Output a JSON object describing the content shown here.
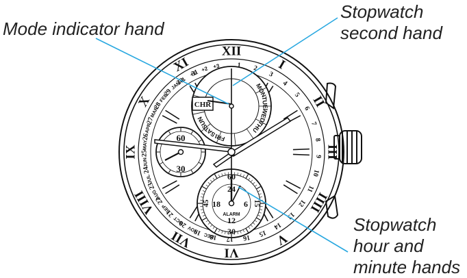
{
  "callouts": {
    "mode_indicator": "Mode indicator hand",
    "stopwatch_second": [
      "Stopwatch",
      "second hand"
    ],
    "stopwatch_hour_minute": [
      "Stopwatch",
      "hour and",
      "minute hands"
    ]
  },
  "dial": {
    "roman_numerals": [
      "XII",
      "I",
      "II",
      "III",
      "IIII",
      "V",
      "VI",
      "VII",
      "VIII",
      "IX",
      "X",
      "XI"
    ],
    "date_ring": [
      "1",
      "2",
      "3",
      "4",
      "5",
      "6",
      "7",
      "8",
      "9",
      "10",
      "11",
      "12",
      "13",
      "14",
      "15",
      "16",
      "17",
      "18",
      "19",
      "20",
      "21",
      "22",
      "23",
      "24",
      "25",
      "26",
      "27",
      "28",
      "29",
      "30",
      "31"
    ],
    "month_ring": [
      "JAN",
      "FEB",
      "MAR",
      "APR",
      "MAY",
      "JUN",
      "JUL",
      "AUG",
      "SEP",
      "OCT",
      "NOV",
      "DEC"
    ],
    "offset_ring": [
      "-1",
      "+1",
      "+2",
      "+3"
    ],
    "mode_badge": "CHR",
    "weekdays_right": [
      "MON",
      "TUE",
      "WED",
      "THU"
    ],
    "weekdays_left": [
      "SUN",
      "SAT",
      "FRI"
    ],
    "left_subdial": [
      "60",
      "30"
    ],
    "bottom_subdial": {
      "outer": [
        "60",
        "15",
        "30",
        "45"
      ],
      "inner": [
        "24",
        "6",
        "12",
        "18"
      ],
      "label": "ALARM"
    }
  },
  "colors": {
    "leader_line": "#29a8e0",
    "ink": "#111111"
  }
}
